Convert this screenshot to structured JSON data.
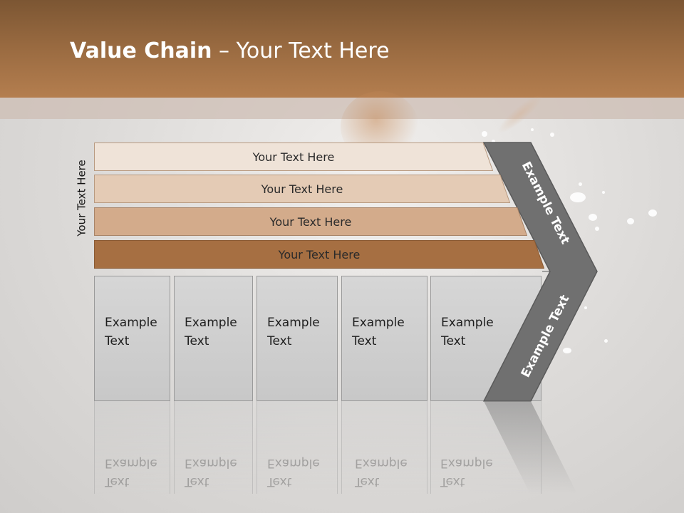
{
  "slide": {
    "title_bold": "Value Chain",
    "title_rest": " – Your Text Here",
    "side_label": "Your Text Here",
    "bars": [
      {
        "label": "Your Text Here",
        "color": "#efe3d8"
      },
      {
        "label": "Your Text Here",
        "color": "#e4cbb5"
      },
      {
        "label": "Your Text Here",
        "color": "#d3ab8b"
      },
      {
        "label": "Your Text Here",
        "color": "#a66f42"
      }
    ],
    "boxes": [
      {
        "line1": "Example",
        "line2": "Text"
      },
      {
        "line1": "Example",
        "line2": "Text"
      },
      {
        "line1": "Example",
        "line2": "Text"
      },
      {
        "line1": "Example",
        "line2": "Text"
      },
      {
        "line1": "Example",
        "line2": "Text"
      }
    ],
    "chevron_upper_text": "Example Text",
    "chevron_lower_text": "Example Text",
    "colors": {
      "header": "#9a6b41",
      "chevron": "#707070",
      "box": "#d0d0d0"
    }
  }
}
